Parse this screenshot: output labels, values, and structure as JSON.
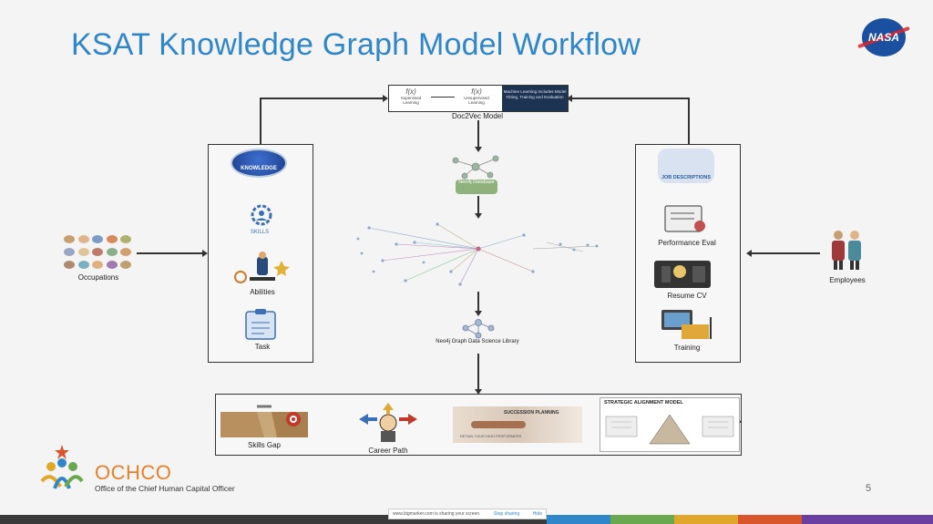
{
  "slide": {
    "title": "KSAT Knowledge Graph Model Workflow",
    "page_number": "5",
    "logo_text": "NASA"
  },
  "doc2vec": {
    "caption": "Doc2Vec Model",
    "cells": [
      {
        "symbol": "f(x)",
        "text": "Supervised Learning"
      },
      {
        "symbol": "f(x)",
        "text": "Unsupervised Learning"
      },
      {
        "symbol": "",
        "text": "Machine Learning Includes Model Fitting, Training and Evaluation"
      }
    ]
  },
  "neo4j_db": {
    "label": "Neo4j Database"
  },
  "neo4j_gds": {
    "label": "Neo4j Graph Data Science Library"
  },
  "left_panel": {
    "header": "KNOWLEDGE",
    "items": [
      "SKILLS",
      "Abilities",
      "Task"
    ]
  },
  "right_panel": {
    "header": "JOB DESCRIPTIONS",
    "items": [
      "Performance Eval",
      "Resume CV",
      "Training"
    ]
  },
  "inputs": {
    "left": "Occupations",
    "right": "Employees"
  },
  "outcomes": {
    "items": [
      "Skills Gap",
      "Career Path",
      "SUCCESSION PLANNING",
      "STRATEGIC ALIGNMENT MODEL"
    ],
    "succession_sub": "RETAIN YOUR HIGH PERFORMERS"
  },
  "footer": {
    "org_short": "OCHCO",
    "org_long": "Office of the Chief Human Capital Officer",
    "share_text": "www.bigmarker.com is sharing your screen.",
    "stop_sharing": "Stop sharing",
    "hide": "Hide",
    "bar_colors": [
      "#3a3a3a",
      "#2f86c8",
      "#6aa84f",
      "#e0a72b",
      "#d9552b",
      "#6b3fa0"
    ]
  }
}
